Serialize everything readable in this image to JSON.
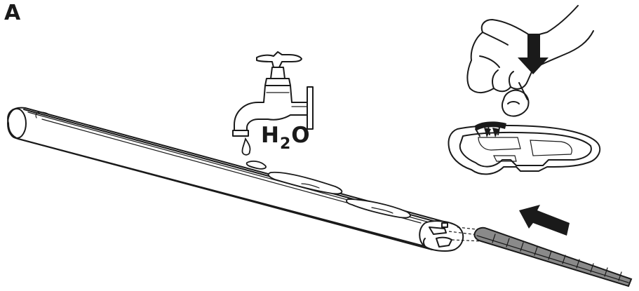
{
  "figure": {
    "step_label": "A",
    "formula": {
      "base": "H",
      "subscript": "2",
      "tail": "O"
    }
  },
  "icons": {
    "faucet": "faucet-icon",
    "press_arrow": "down-arrow-icon",
    "insert_arrow": "left-arrow-icon"
  }
}
